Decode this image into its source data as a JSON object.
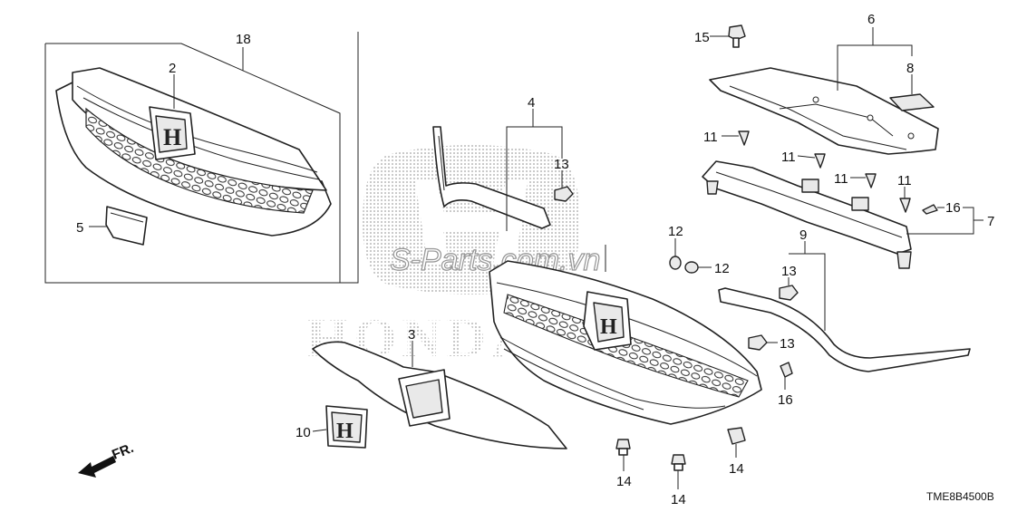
{
  "diagram": {
    "callouts": [
      "18",
      "2",
      "5",
      "4",
      "13",
      "6",
      "8",
      "15",
      "11",
      "16",
      "7",
      "9",
      "12",
      "3",
      "10",
      "14"
    ],
    "watermark_text": "S-Parts.com.vn",
    "watermark_brand": "HONDA",
    "front_arrow_label": "FR.",
    "drawing_code": "TME8B4500B"
  }
}
